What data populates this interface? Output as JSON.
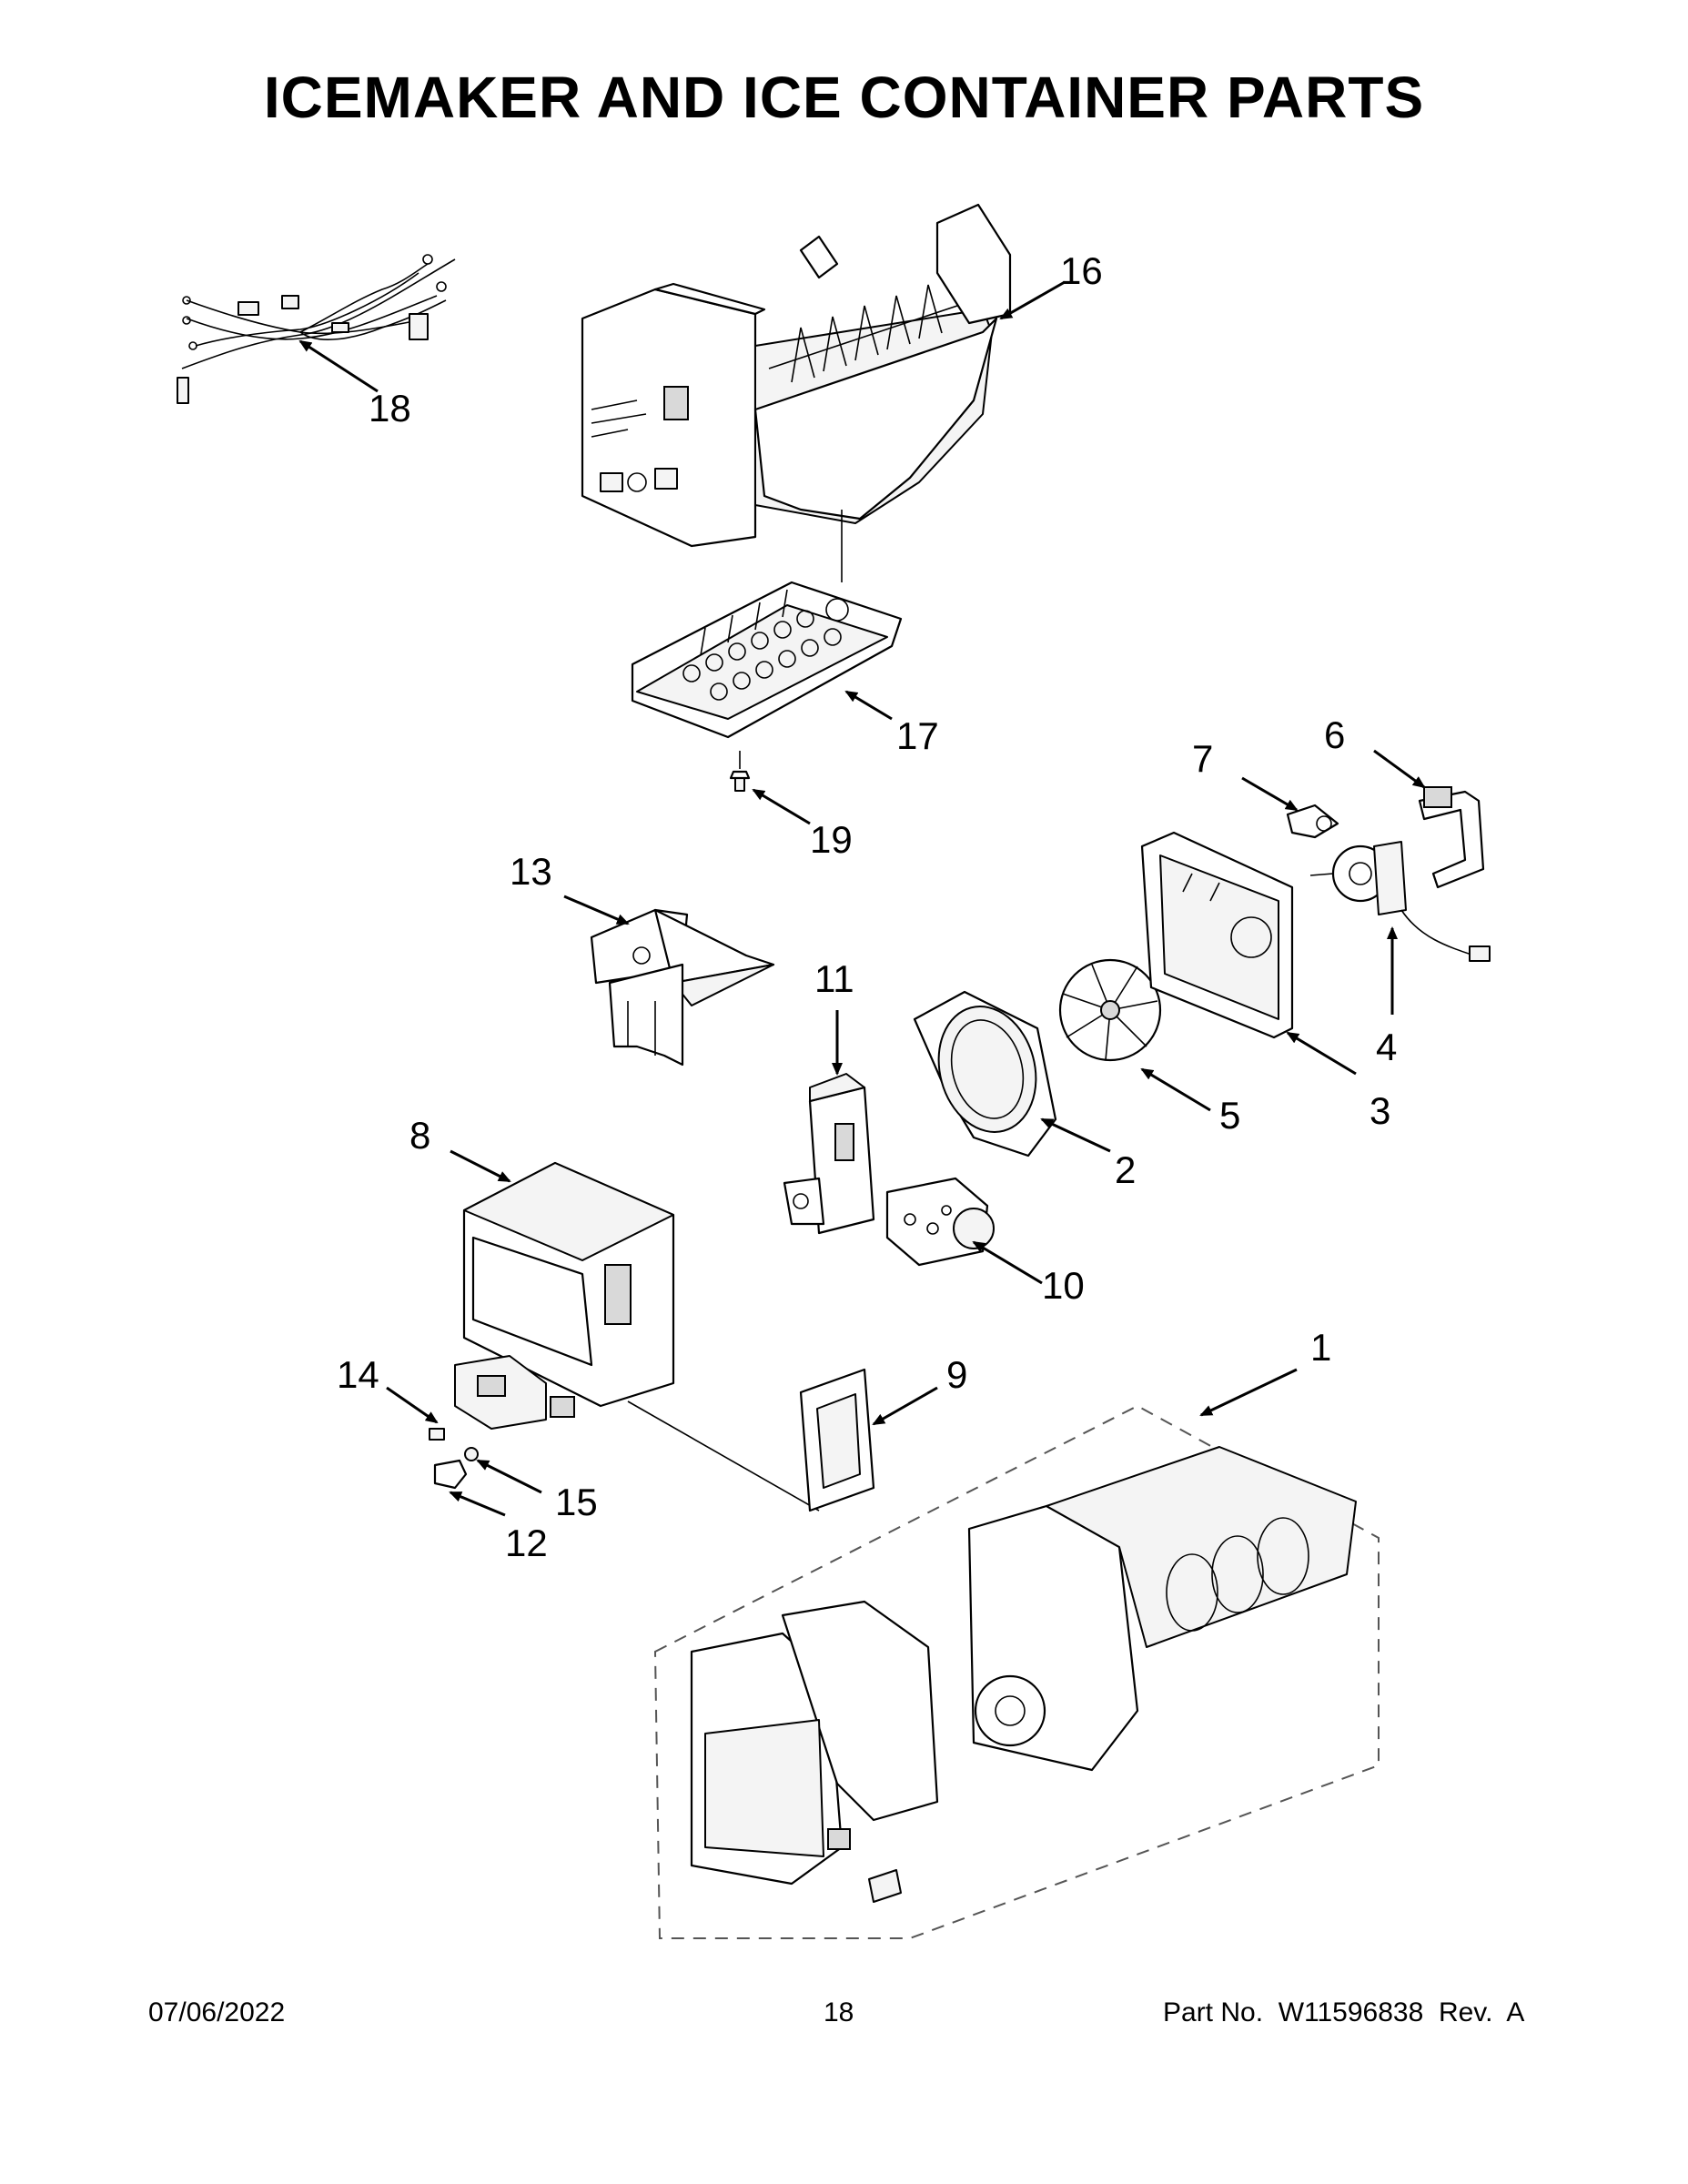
{
  "title": "ICEMAKER AND ICE CONTAINER PARTS",
  "callouts": [
    "1",
    "2",
    "3",
    "4",
    "5",
    "6",
    "7",
    "8",
    "9",
    "10",
    "11",
    "12",
    "13",
    "14",
    "15",
    "16",
    "17",
    "18",
    "19"
  ],
  "footer": {
    "date": "07/06/2022",
    "page": "18",
    "part": "Part No.  W11596838  Rev.  A"
  }
}
